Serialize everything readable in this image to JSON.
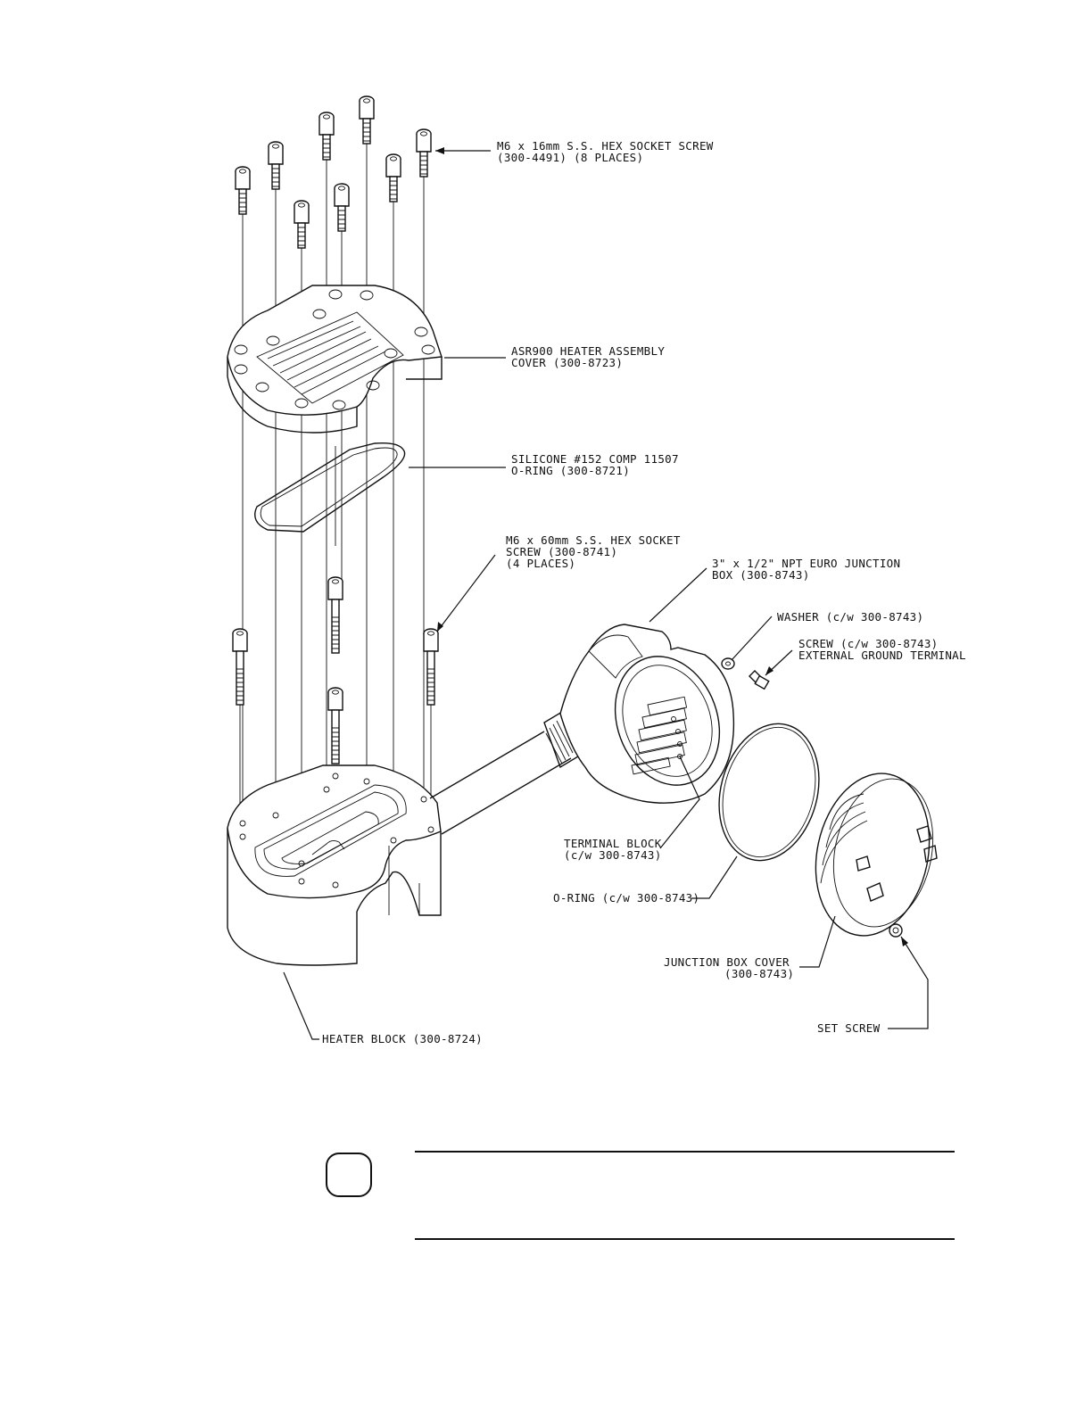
{
  "callouts": {
    "hex_screw_16": [
      "M6 x 16mm S.S. HEX SOCKET SCREW",
      "(300-4491) (8 PLACES)"
    ],
    "heater_cover": [
      "ASR900 HEATER ASSEMBLY",
      "COVER (300-8723)"
    ],
    "silicone_oring": [
      "SILICONE #152 COMP 11507",
      "O-RING (300-8721)"
    ],
    "hex_screw_60": [
      "M6 x 60mm S.S. HEX SOCKET",
      "SCREW (300-8741)",
      "(4 PLACES)"
    ],
    "junction_box": [
      "3\" x 1/2\" NPT EURO JUNCTION",
      "BOX (300-8743)"
    ],
    "washer": [
      "WASHER (c/w 300-8743)"
    ],
    "ground_screw": [
      "SCREW (c/w 300-8743)",
      "EXTERNAL GROUND TERMINAL"
    ],
    "terminal_block": [
      "TERMINAL BLOCK",
      "(c/w 300-8743)"
    ],
    "box_oring": [
      "O-RING (c/w 300-8743)"
    ],
    "box_cover": [
      "JUNCTION BOX COVER",
      "(300-8743)"
    ],
    "set_screw": [
      "SET SCREW"
    ],
    "heater_block": [
      "HEATER BLOCK (300-8724)"
    ]
  }
}
